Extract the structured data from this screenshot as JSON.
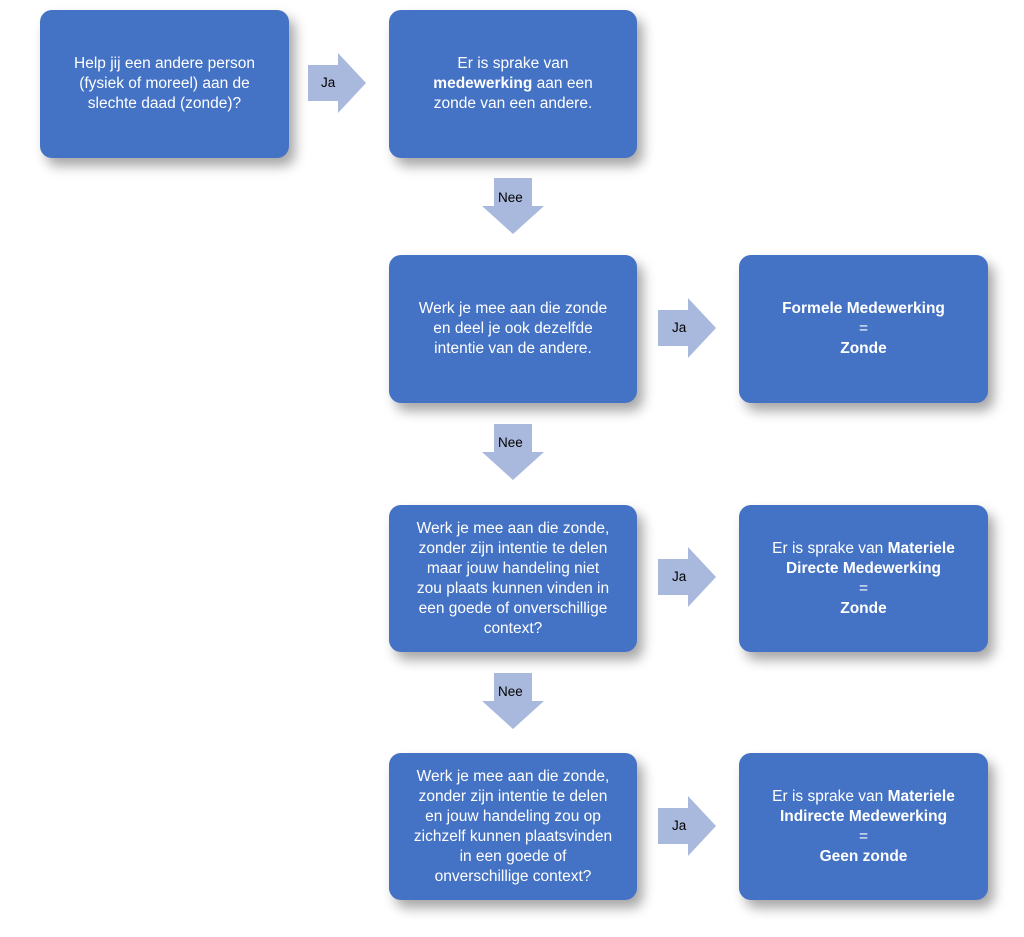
{
  "colors": {
    "box": "#4472c4",
    "arrow": "#a9b9dd",
    "text": "#ffffff"
  },
  "boxes": {
    "q1": {
      "lines": [
        "Help jij een andere person",
        "(fysiek of moreel) aan de",
        "slechte daad (zonde)?"
      ]
    },
    "r1": {
      "line1": "Er is sprake van",
      "bold": "medewerking",
      "rest": " aan een",
      "line3": "zonde van een andere."
    },
    "q2": {
      "lines": [
        "Werk je mee aan die zonde",
        "en deel je ook dezelfde",
        "intentie van de andere."
      ]
    },
    "r2": {
      "line1": "Formele Medewerking",
      "line2": "=",
      "line3": "Zonde"
    },
    "q3": {
      "lines": [
        "Werk je mee aan die zonde,",
        "zonder zijn intentie te delen",
        "maar jouw handeling niet",
        "zou plaats kunnen vinden in",
        "een goede of onverschillige",
        "context?"
      ]
    },
    "r3": {
      "prefix": "Er is sprake van ",
      "bold1": "Materiele",
      "bold2": "Directe Medewerking",
      "eq": "=",
      "bold3": "Zonde"
    },
    "q4": {
      "lines": [
        "Werk je mee aan die zonde,",
        "zonder zijn intentie te delen",
        "en jouw handeling zou op",
        "zichzelf kunnen plaatsvinden",
        "in een goede of",
        "onverschillige context?"
      ]
    },
    "r4": {
      "prefix": "Er is sprake van ",
      "bold1": "Materiele",
      "bold2": "Indirecte Medewerking",
      "eq": "=",
      "bold3": "Geen zonde"
    }
  },
  "arrows": {
    "ja1": "Ja",
    "nee1": "Nee",
    "ja2": "Ja",
    "nee2": "Nee",
    "ja3": "Ja",
    "nee3": "Nee",
    "ja4": "Ja"
  }
}
